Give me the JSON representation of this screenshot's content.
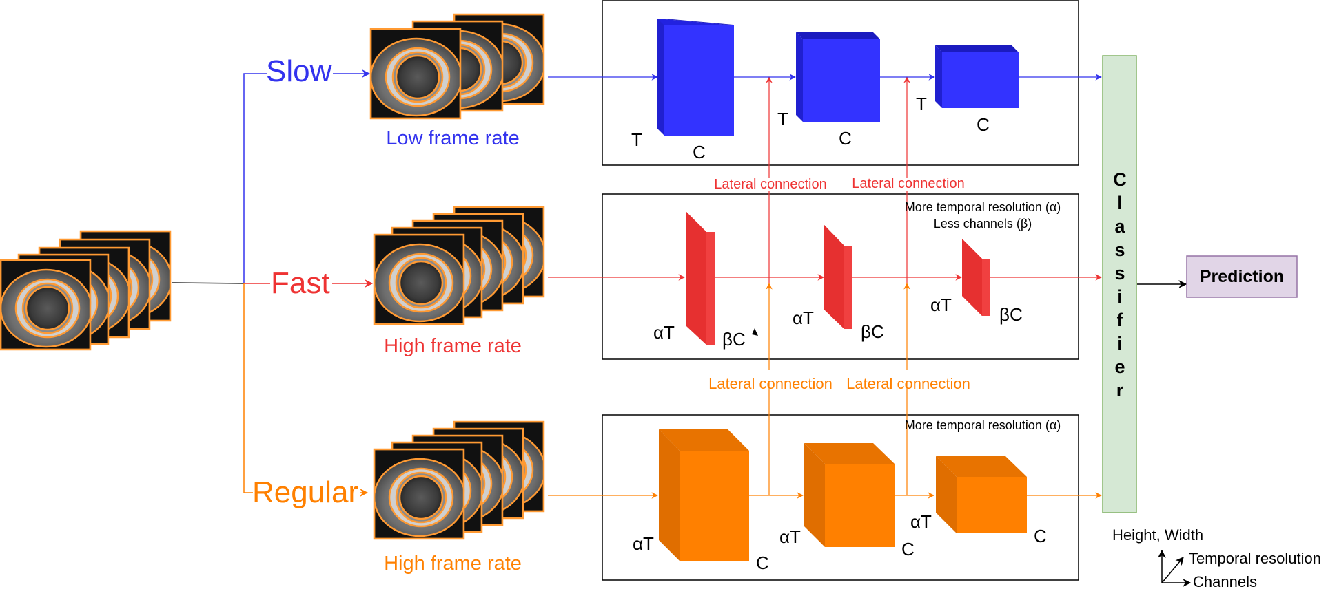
{
  "colors": {
    "slow": "#3333ee",
    "fast": "#ee3333",
    "regular": "#ff8000",
    "classifier_fill": "#d5e8d4",
    "classifier_stroke": "#82b366",
    "prediction_fill": "#e1d5e7",
    "prediction_stroke": "#9673a6"
  },
  "pathways": {
    "slow": {
      "name": "Slow",
      "frame_rate": "Low frame rate"
    },
    "fast": {
      "name": "Fast",
      "frame_rate": "High frame rate"
    },
    "regular": {
      "name": "Regular",
      "frame_rate": "High frame rate"
    }
  },
  "slow_blocks": {
    "b1": {
      "t": "T",
      "c": "C"
    },
    "b2": {
      "t": "T",
      "c": "C"
    },
    "b3": {
      "t": "T",
      "c": "C"
    }
  },
  "fast_blocks": {
    "note1": "More temporal resolution (α)",
    "note2": "Less channels (β)",
    "b1": {
      "t": "αT",
      "c": "βC"
    },
    "b2": {
      "t": "αT",
      "c": "βC"
    },
    "b3": {
      "t": "αT",
      "c": "βC"
    }
  },
  "regular_blocks": {
    "note": "More temporal resolution (α)",
    "b1": {
      "t": "αT",
      "c": "C"
    },
    "b2": {
      "t": "αT",
      "c": "C"
    },
    "b3": {
      "t": "αT",
      "c": "C"
    }
  },
  "lateral": {
    "slow_fast_1": "Lateral connection",
    "slow_fast_2": "Lateral connection",
    "fast_reg_1": "Lateral connection",
    "fast_reg_2": "Lateral connection"
  },
  "classifier": {
    "letters": [
      "C",
      "l",
      "a",
      "s",
      "s",
      "i",
      "f",
      "i",
      "e",
      "r"
    ]
  },
  "prediction": {
    "label": "Prediction"
  },
  "axes_legend": {
    "y": "Height, Width",
    "z": "Temporal resolution",
    "x": "Channels"
  }
}
